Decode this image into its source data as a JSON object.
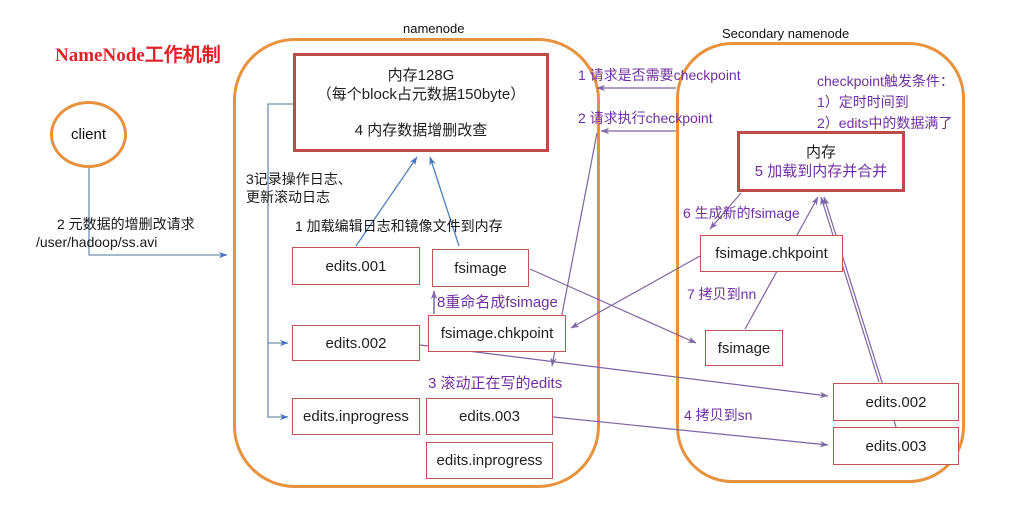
{
  "title": "NameNode工作机制",
  "client": {
    "label": "client",
    "request_line1": "2 元数据的增删改请求",
    "request_line2": "/user/hadoop/ss.avi"
  },
  "namenode": {
    "title": "namenode",
    "memory": {
      "line1": "内存128G",
      "line2": "（每个block占元数据150byte）",
      "line3": "4 内存数据增删改查"
    },
    "note_log_line1": "3记录操作日志、",
    "note_log_line2": "更新滚动日志",
    "note_load": "1 加载编辑日志和镜像文件到内存",
    "label_rename": "8重命名成fsimage",
    "label_roll": "3 滚动正在写的edits",
    "nodes": {
      "edits001": "edits.001",
      "fsimage": "fsimage",
      "edits002": "edits.002",
      "fsimage_chkpoint": "fsimage.chkpoint",
      "edits_inprogress_left": "edits.inprogress",
      "edits003": "edits.003",
      "edits_inprogress_right": "edits.inprogress"
    }
  },
  "secondary": {
    "title": "Secondary namenode",
    "trigger_line1": "checkpoint触发条件：",
    "trigger_line2": "1）定时时间到",
    "trigger_line3": "2）edits中的数据满了",
    "memory": {
      "line1": "内存",
      "line2": "5 加载到内存并合并"
    },
    "label_generate": "6 生成新的fsimage",
    "label_copy_nn": "7 拷贝到nn",
    "label_copy_sn": "4 拷贝到sn",
    "nodes": {
      "fsimage_chkpoint": "fsimage.chkpoint",
      "fsimage": "fsimage",
      "edits002": "edits.002",
      "edits003": "edits.003"
    }
  },
  "messages": {
    "msg1": "1 请求是否需要checkpoint",
    "msg2": "2 请求执行checkpoint"
  },
  "colors": {
    "container_orange": "#E8923E",
    "box_red": "#BE4B48",
    "label_purple": "#7030A0",
    "line_purple": "#8064A2",
    "arrow_blue": "#4472C4",
    "title_red": "#E02228"
  }
}
